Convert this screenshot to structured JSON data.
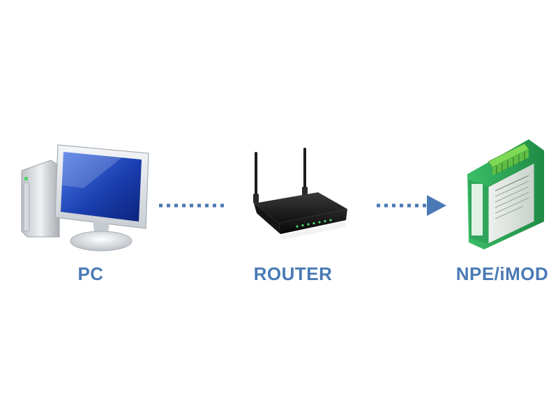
{
  "nodes": [
    {
      "id": "pc",
      "label": "PC",
      "icon": "desktop-computer-icon"
    },
    {
      "id": "router",
      "label": "ROUTER",
      "icon": "wireless-router-icon"
    },
    {
      "id": "npe",
      "label": "NPE/iMOD",
      "icon": "din-rail-module-icon"
    }
  ],
  "edges": [
    {
      "from": "pc",
      "to": "router",
      "style": "dotted",
      "arrow": false
    },
    {
      "from": "router",
      "to": "npe",
      "style": "dotted",
      "arrow": true
    }
  ],
  "colors": {
    "label": "#4a7ab5",
    "connector": "#4a7ab5",
    "monitor_screen": "#1a3fb0",
    "monitor_frame": "#d7dbe0",
    "router_body": "#1c1c1c",
    "router_led": "#4fd36b",
    "module_body": "#2fa55a",
    "module_terminal": "#7ed957"
  }
}
